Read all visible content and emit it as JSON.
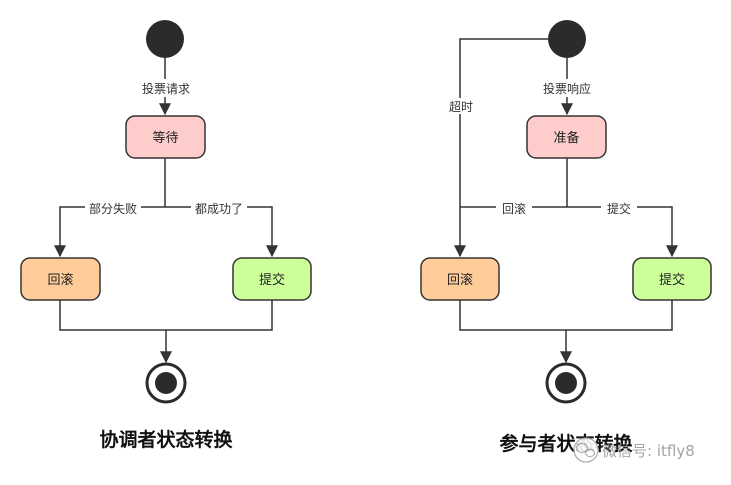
{
  "coordinator": {
    "caption": "协调者状态转换",
    "edges": {
      "vote_request": "投票请求",
      "partial_fail": "部分失败",
      "all_success": "都成功了"
    },
    "states": {
      "wait": "等待",
      "rollback": "回滚",
      "commit": "提交"
    }
  },
  "participant": {
    "caption": "参与者状态转换",
    "edges": {
      "vote_response": "投票响应",
      "timeout": "超时",
      "rollback": "回滚",
      "commit": "提交"
    },
    "states": {
      "prepare": "准备",
      "rollback": "回滚",
      "commit": "提交"
    }
  },
  "watermark": {
    "text": "微信号: itfly8",
    "icon": "wechat-icon"
  },
  "colors": {
    "wait_fill": "#FFCCCC",
    "rollback_fill": "#FFCC99",
    "commit_fill": "#CCFF99",
    "stroke": "#333333"
  }
}
